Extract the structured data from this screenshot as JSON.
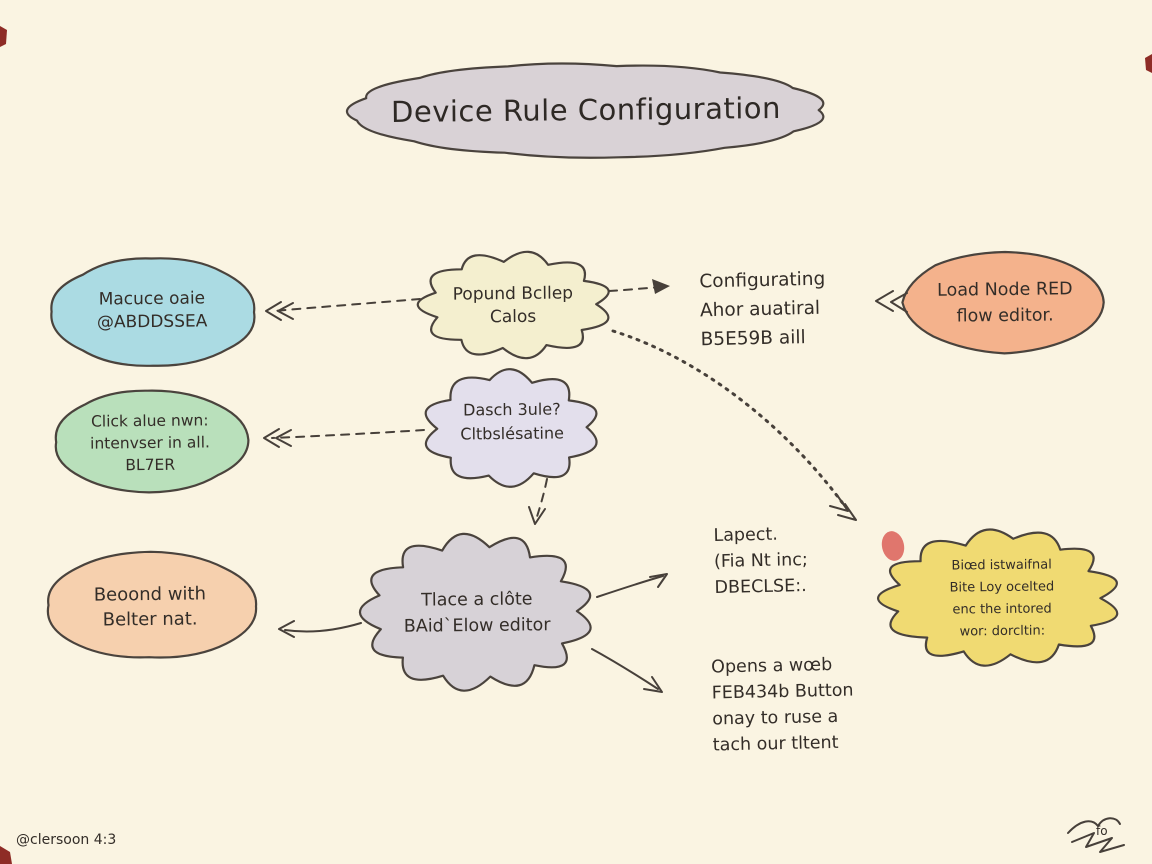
{
  "colors": {
    "background": "#faf4e2",
    "ink": "#47403a",
    "title_fill": "#d9d2d6",
    "blue_fill": "#abdbe3",
    "green_fill": "#b9e0bb",
    "peach_fill": "#f6d0ae",
    "cream_fill": "#f4efcf",
    "lavender_fill": "#e3dfec",
    "gray_fill": "#d7d2d7",
    "orange_fill": "#f4b28c",
    "yellow_fill": "#f0da72",
    "smudge_fill": "#e0766d",
    "edge_mark": "#8e2c26"
  },
  "title": "Device Rule Configuration",
  "nodes": {
    "account": {
      "lines": [
        "Macuce oaie",
        "@ABDDSSEA"
      ]
    },
    "click_rule": {
      "lines": [
        "Click alue nwn:",
        "intenvser in all.",
        "BL7ER"
      ]
    },
    "beyond": {
      "lines": [
        "Beoond with",
        "Belter nat."
      ]
    },
    "popup": {
      "lines": [
        "Popund Bcllep",
        "Calos"
      ]
    },
    "dash_rule": {
      "lines": [
        "Dasch 3ule?",
        "Cltbslésatine"
      ]
    },
    "place_note": {
      "lines": [
        "Tlace a clôte",
        "BAid`Elow editor"
      ]
    },
    "configurating": {
      "lines": [
        "Configurating",
        "Ahor auatiral",
        "B5E59B aill"
      ]
    },
    "load_node": {
      "lines": [
        "Load Node RED",
        "flow editor."
      ]
    },
    "lapect": {
      "lines": [
        "Lapect.",
        "(Fia Nt inc;",
        "DBECLSE:."
      ]
    },
    "board_note": {
      "lines": [
        "Biœd istwaifnal",
        "Bite Loy ocelted",
        "enc the intored",
        "wor: dorcltin:"
      ]
    },
    "opens_web": {
      "lines": [
        "Opens a wœb",
        "FEB434b Button",
        "onay to ruse a",
        "tach our tltent"
      ]
    }
  },
  "footer": {
    "credit": "@clersoon 4:3",
    "signature": "fo"
  }
}
